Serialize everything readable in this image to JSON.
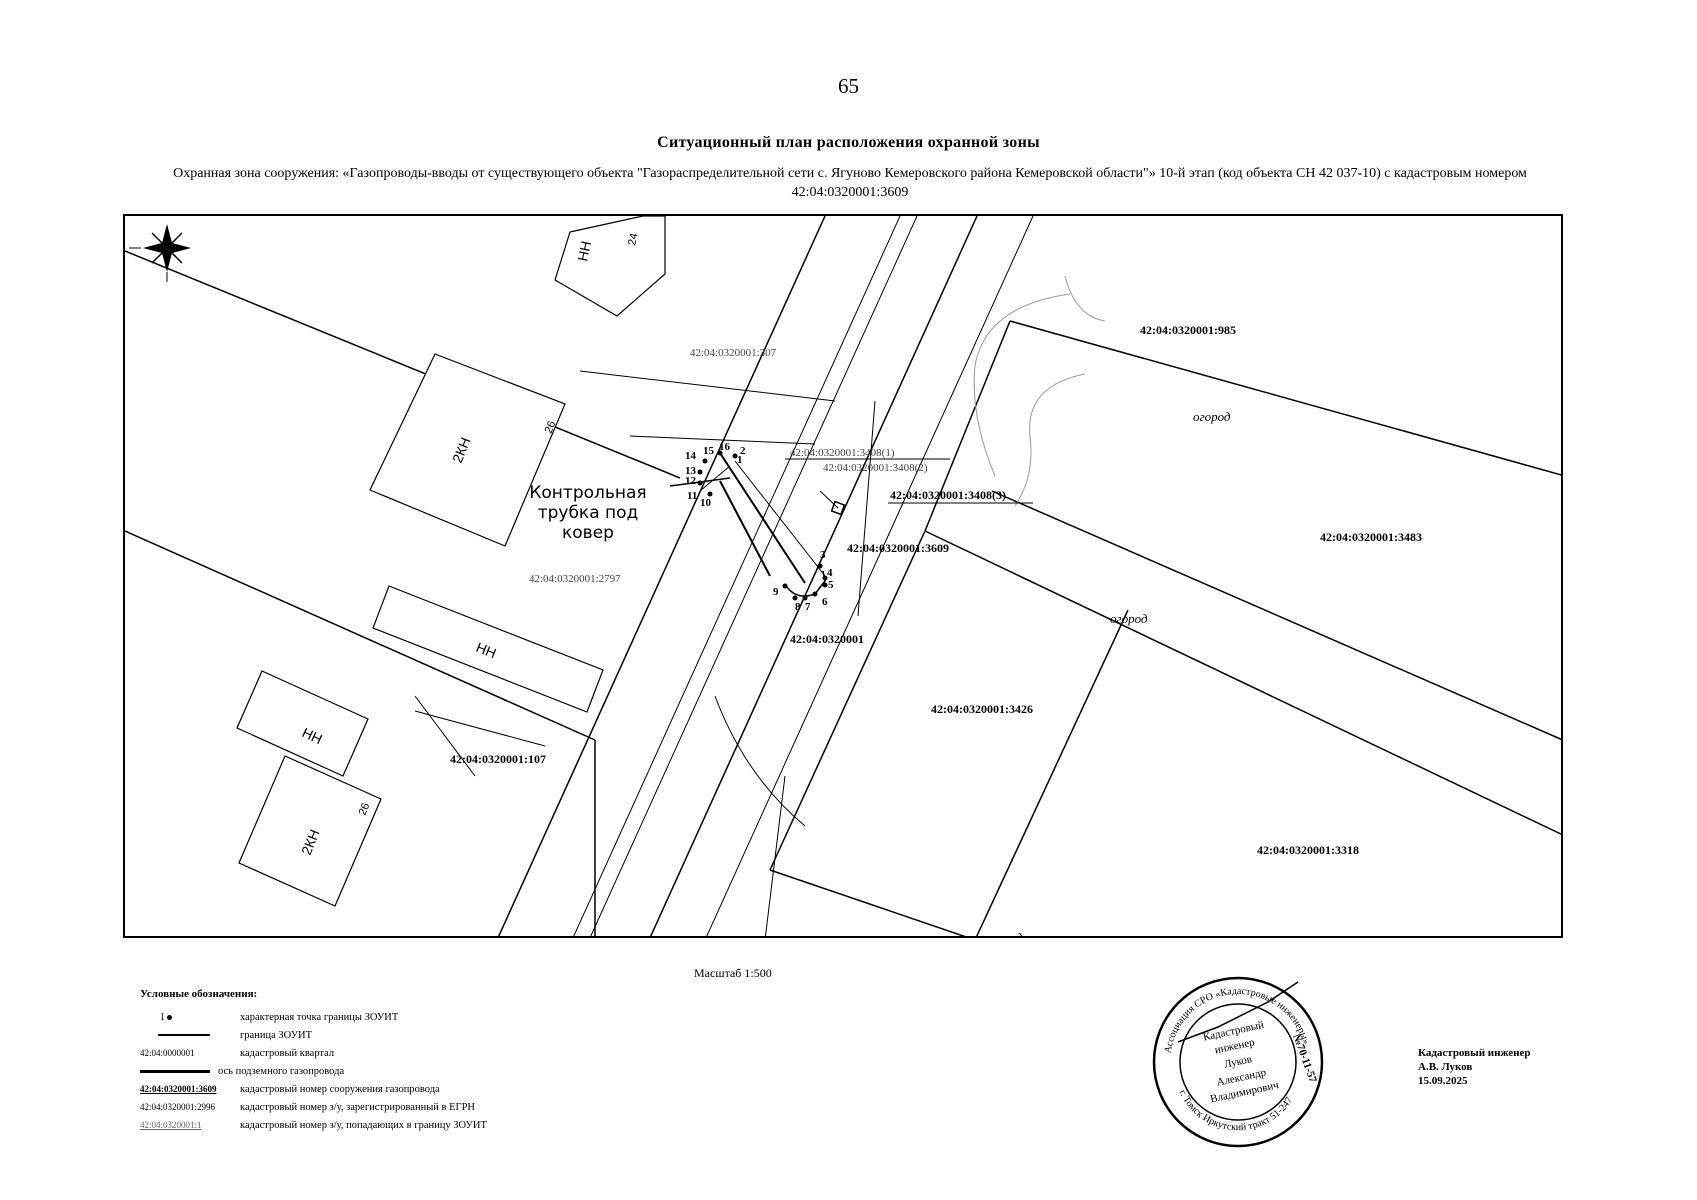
{
  "page_number": "65",
  "title": "Ситуационный план расположения охранной зоны",
  "subtitle": "Охранная зона сооружения: «Газопроводы-вводы от существующего объекта \"Газораспределительной сети с. Ягуново Кемеровского района Кемеровской области\"» 10-й этап (код объекта СН 42 037-10) с кадастровым номером 42:04:0320001:3609",
  "map": {
    "parcels": {
      "p985": "42:04:0320001:985",
      "p3483": "42:04:0320001:3483",
      "p3426": "42:04:0320001:3426",
      "p3318": "42:04:0320001:3318",
      "p107": "42:04:0320001:107",
      "p3609": "42:04:0320001:3609",
      "p3408": "42:04:0320001:3408(3)",
      "p3408_1": "42:04:0320001:3408(1)",
      "p3408_2": "42:04:0320001:3408(2)",
      "p307": "42:04:0320001:307",
      "p2797": "42:04:0320001:2797",
      "quarter": "42:04:0320001"
    },
    "labels": {
      "ogorod_top": "огород",
      "ogorod_mid": "огород",
      "ogorod_bottom": "огород",
      "callout_line1": "Контрольная",
      "callout_line2": "трубка под",
      "callout_line3": "ковер"
    },
    "buildings": {
      "b1_type": "НН",
      "b1_num": "24",
      "b2_type": "2КН",
      "b2_num": "26",
      "b3_type": "НН",
      "b4_type": "НН",
      "b5_type": "2КН",
      "b5_num": "26"
    },
    "points": [
      "1",
      "2",
      "3",
      "4",
      "5",
      "6",
      "7",
      "8",
      "9",
      "10",
      "11",
      "12",
      "13",
      "14",
      "15",
      "16"
    ]
  },
  "scale": "Масштаб 1:500",
  "legend": {
    "header": "Условные обозначения:",
    "items": [
      {
        "sample": "1",
        "text": "характерная точка границы ЗОУИТ"
      },
      {
        "sample": "",
        "text": "граница ЗОУИТ"
      },
      {
        "sample": "42:04:0000001",
        "text": "кадастровый квартал"
      },
      {
        "sample": "",
        "text": "ось подземного газопровода"
      },
      {
        "sample": "42:04:0320001:3609",
        "text": "кадастровый номер сооружения газопровода"
      },
      {
        "sample": "42:04:0320001:2996",
        "text": "кадастровый номер з/у, зарегистрированный в ЕГРН"
      },
      {
        "sample": "42:04:0320001:1",
        "text": "кадастровый номер з/у, попадающих в границу ЗОУИТ"
      }
    ]
  },
  "stamp": {
    "ring_top": "Ассоциация СРО «Кадастровые инженеры»",
    "ring_right": "№70-11-57",
    "ring_bottom": "г. Томск Иркутский тракт 51-247",
    "center1": "Кадастровый",
    "center2": "инженер",
    "center3": "Луков",
    "center4": "Александр",
    "center5": "Владимирович"
  },
  "signature": {
    "role": "Кадастровый инженер",
    "name": "А.В. Луков",
    "date": "15.09.2025"
  }
}
